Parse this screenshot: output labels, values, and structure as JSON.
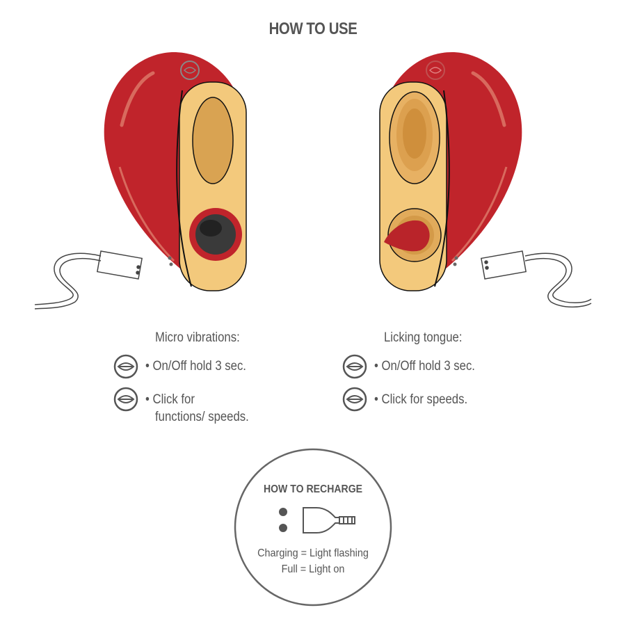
{
  "title": "HOW TO USE",
  "left_panel": {
    "heading": "Micro vibrations:",
    "items": [
      {
        "icon": "lips-button-icon",
        "text": "• On/Off hold 3 sec."
      },
      {
        "icon": "lips-button-icon",
        "text": "• Click for",
        "text2": "functions/ speeds."
      }
    ]
  },
  "right_panel": {
    "heading": "Licking tongue:",
    "items": [
      {
        "icon": "lips-button-icon",
        "text": "• On/Off hold 3 sec."
      },
      {
        "icon": "lips-button-icon",
        "text": "• Click for speeds."
      }
    ]
  },
  "recharge": {
    "title": "HOW TO RECHARGE",
    "line1": "Charging = Light flashing",
    "line2": "Full = Light on"
  },
  "colors": {
    "body_red": "#c0242b",
    "panel_yellow": "#f3c97c",
    "oval_tan": "#d9a352",
    "text": "#555555"
  }
}
